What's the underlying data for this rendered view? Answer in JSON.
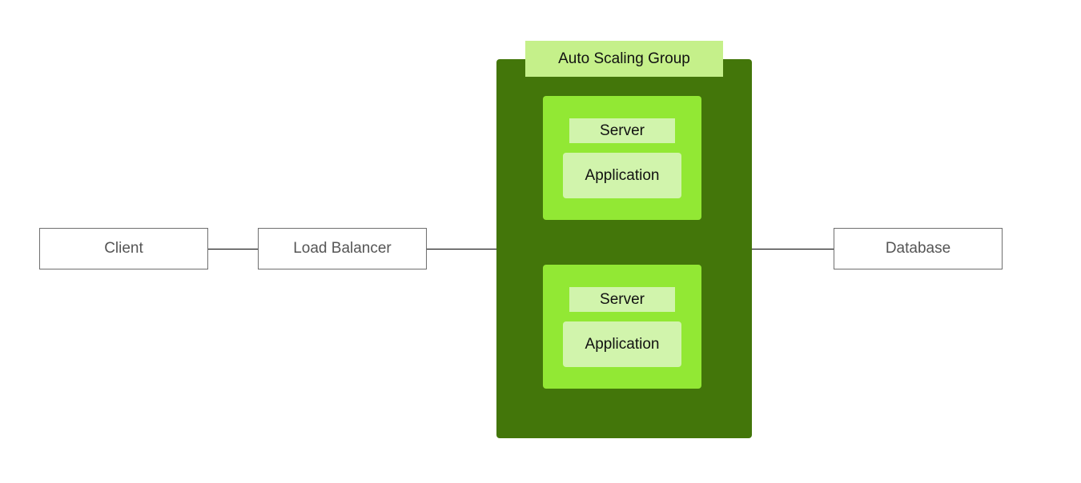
{
  "diagram": {
    "nodes": {
      "client": "Client",
      "load_balancer": "Load Balancer",
      "database": "Database"
    },
    "auto_scaling_group": {
      "label": "Auto Scaling Group",
      "servers": [
        {
          "label": "Server",
          "application": "Application"
        },
        {
          "label": "Server",
          "application": "Application"
        }
      ]
    },
    "colors": {
      "group_fill": "#43760a",
      "group_label_fill": "#c5f08a",
      "server_fill": "#92e834",
      "inner_fill": "#d1f4ac",
      "node_border": "#6f6f6f"
    }
  }
}
